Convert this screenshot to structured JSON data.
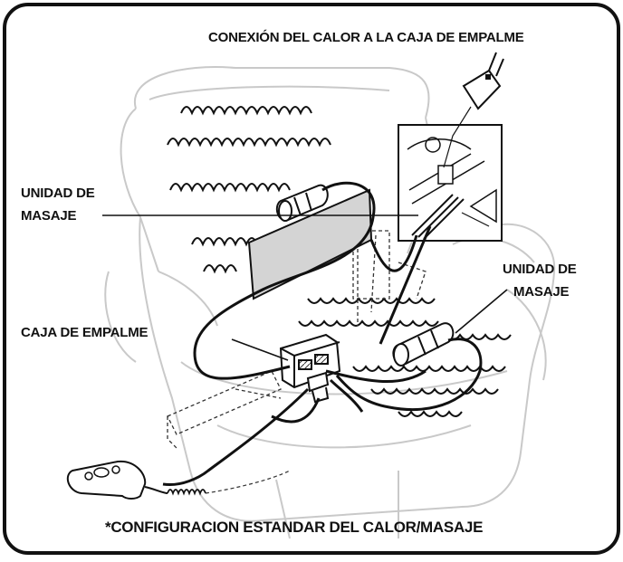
{
  "labels": {
    "heat_connection": "CONEXIÓN DEL CALOR A LA CAJA DE EMPALME",
    "massage_unit_back_line1": "UNIDAD DE",
    "massage_unit_back_line2": "MASAJE",
    "massage_unit_seat_line1": "UNIDAD DE",
    "massage_unit_seat_line2": "MASAJE",
    "junction_box": "CAJA DE EMPALME"
  },
  "caption": "*CONFIGURACION ESTANDAR DEL CALOR/MASAJE",
  "colors": {
    "frame": "#111111",
    "chair_outline": "#c8c8c8",
    "line": "#111111",
    "pad_fill": "#d4d4d4"
  },
  "icons": {
    "remote": "hand-remote-control-icon",
    "massage_motor": "massage-motor-icon"
  }
}
